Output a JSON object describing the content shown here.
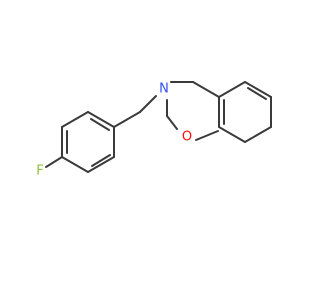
{
  "molecule": {
    "atoms": [
      {
        "id": "F1",
        "symbol": "F",
        "color": "#90c03c"
      },
      {
        "id": "N1",
        "symbol": "N",
        "color": "#3050f8"
      },
      {
        "id": "O1",
        "symbol": "O",
        "color": "#ff0d0d"
      },
      {
        "id": "O2",
        "symbol": "O",
        "color": "#ff0d0d"
      },
      {
        "id": "O3",
        "symbol": "O",
        "color": "#ff0d0d"
      }
    ],
    "bond_color": "#3a3a3a",
    "background": "#ffffff"
  }
}
